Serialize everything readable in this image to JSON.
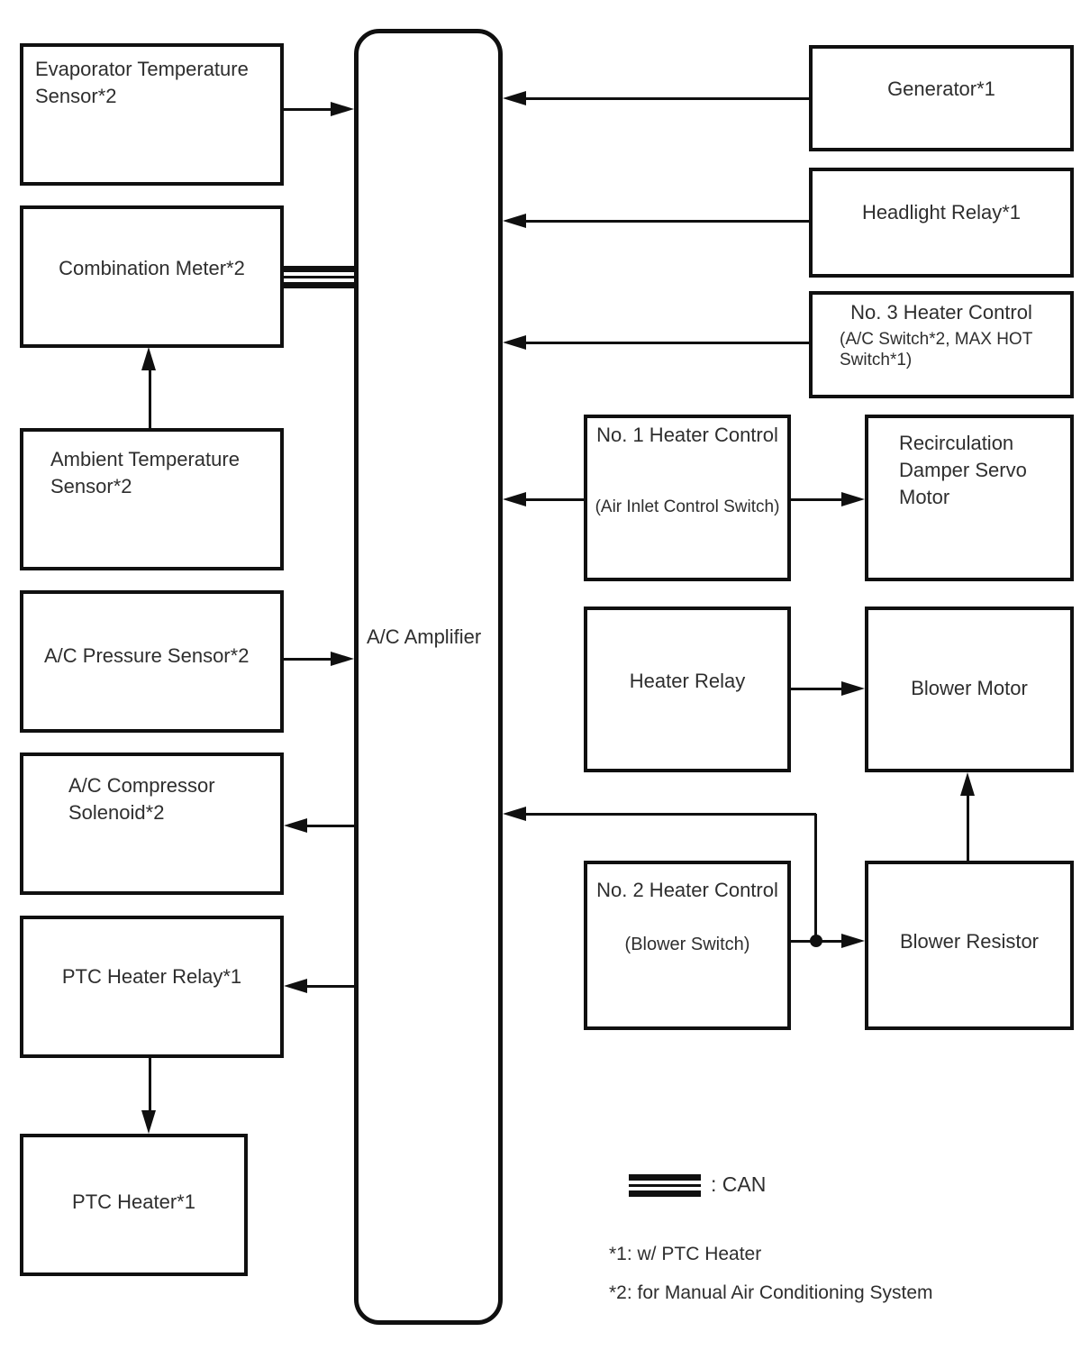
{
  "nodes": {
    "amplifier": {
      "label": "A/C Amplifier"
    },
    "evaporator_temperature_sensor": {
      "label": "Evaporator Temperature Sensor*2"
    },
    "combination_meter": {
      "label": "Combination Meter*2"
    },
    "ambient_temperature_sensor": {
      "label": "Ambient Temperature Sensor*2"
    },
    "ac_pressure_sensor": {
      "label": "A/C Pressure Sensor*2"
    },
    "ac_compressor_solenoid": {
      "label": "A/C Compressor Solenoid*2"
    },
    "ptc_heater_relay": {
      "label": "PTC Heater Relay*1"
    },
    "ptc_heater": {
      "label": "PTC Heater*1"
    },
    "generator": {
      "label": "Generator*1"
    },
    "headlight_relay": {
      "label": "Headlight Relay*1"
    },
    "no3_heater_control": {
      "title": "No. 3 Heater Control",
      "subtitle": "(A/C Switch*2, MAX HOT Switch*1)"
    },
    "no1_heater_control": {
      "title": "No. 1 Heater Control",
      "subtitle": "(Air Inlet Control Switch)"
    },
    "recirculation_damper_servo_motor": {
      "label": "Recirculation Damper Servo Motor"
    },
    "heater_relay": {
      "label": "Heater Relay"
    },
    "blower_motor": {
      "label": "Blower Motor"
    },
    "no2_heater_control": {
      "title": "No. 2 Heater Control",
      "subtitle": "(Blower Switch)"
    },
    "blower_resistor": {
      "label": "Blower Resistor"
    }
  },
  "connections": [
    {
      "from": "evaporator_temperature_sensor",
      "to": "amplifier",
      "type": "arrow"
    },
    {
      "from": "combination_meter",
      "to": "amplifier",
      "type": "can_bus"
    },
    {
      "from": "ambient_temperature_sensor",
      "to": "combination_meter",
      "type": "arrow"
    },
    {
      "from": "ac_pressure_sensor",
      "to": "amplifier",
      "type": "arrow"
    },
    {
      "from": "amplifier",
      "to": "ac_compressor_solenoid",
      "type": "arrow"
    },
    {
      "from": "amplifier",
      "to": "ptc_heater_relay",
      "type": "arrow"
    },
    {
      "from": "ptc_heater_relay",
      "to": "ptc_heater",
      "type": "arrow"
    },
    {
      "from": "generator",
      "to": "amplifier",
      "type": "arrow"
    },
    {
      "from": "headlight_relay",
      "to": "amplifier",
      "type": "arrow"
    },
    {
      "from": "no3_heater_control",
      "to": "amplifier",
      "type": "arrow"
    },
    {
      "from": "no1_heater_control",
      "to": "amplifier",
      "type": "arrow"
    },
    {
      "from": "no1_heater_control",
      "to": "recirculation_damper_servo_motor",
      "type": "arrow"
    },
    {
      "from": "heater_relay",
      "to": "blower_motor",
      "type": "arrow"
    },
    {
      "from": "blower_resistor",
      "to": "blower_motor",
      "type": "arrow"
    },
    {
      "from": "no2_heater_control",
      "to": "blower_resistor",
      "type": "arrow"
    },
    {
      "from": "no2_heater_control",
      "to": "amplifier",
      "type": "arrow"
    }
  ],
  "legend": {
    "can_label": ": CAN",
    "note_1": "*1: w/ PTC Heater",
    "note_2": "*2: for Manual Air Conditioning System"
  },
  "colors": {
    "line": "#101010",
    "text": "#2e2e2e",
    "background": "#ffffff"
  }
}
